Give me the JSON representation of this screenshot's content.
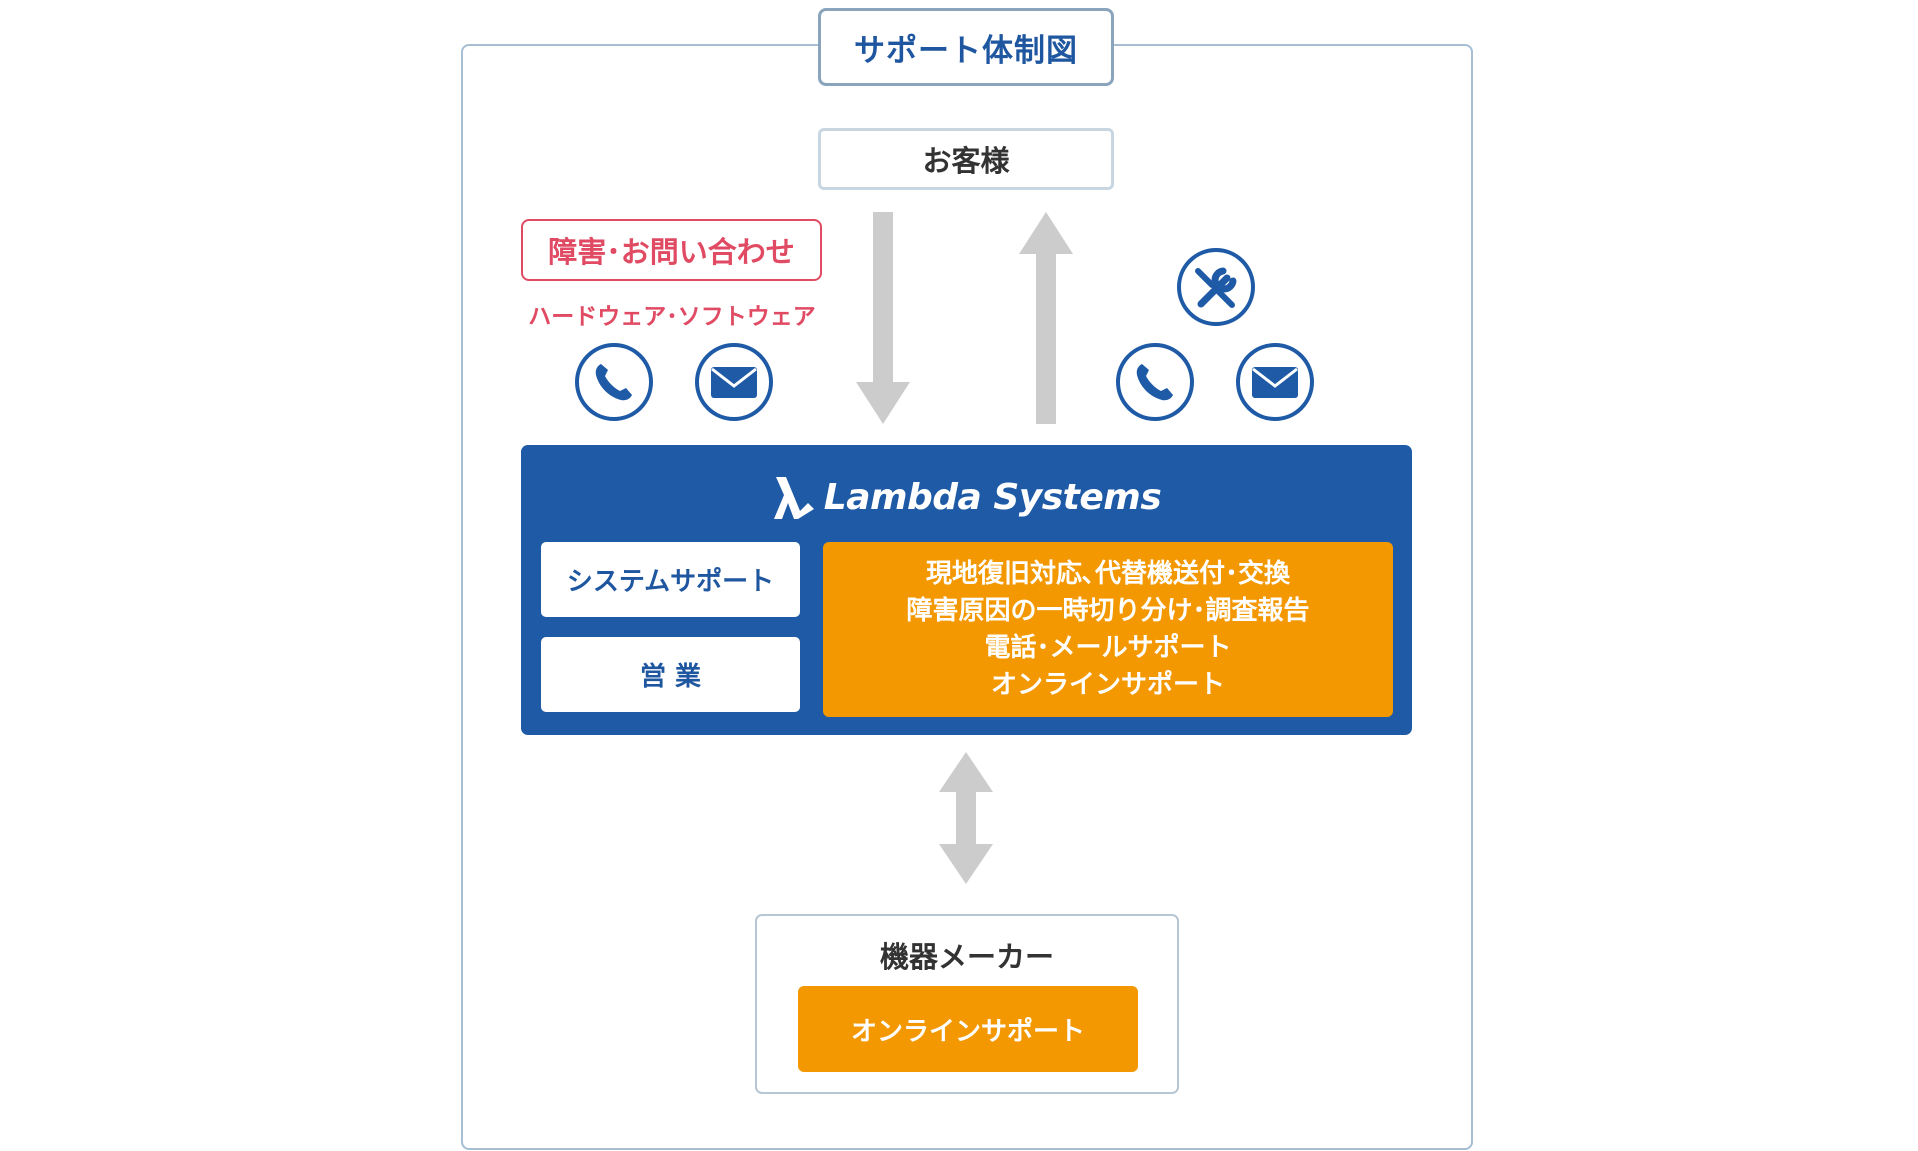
{
  "title": "サポート体制図",
  "customer": "お客様",
  "inquiry": {
    "label": "障害･お問い合わせ",
    "sub": "ハードウェア･ソフトウェア"
  },
  "company": {
    "name": "Lambda Systems",
    "departments": [
      "システムサポート",
      "営 業"
    ],
    "services": [
      "現地復旧対応､代替機送付･交換",
      "障害原因の一時切り分け･調査報告",
      "電話･メールサポート",
      "オンラインサポート"
    ]
  },
  "maker": {
    "title": "機器メーカー",
    "service": "オンラインサポート"
  },
  "icons": {
    "left": [
      "phone-icon",
      "mail-icon"
    ],
    "right": [
      "tools-icon",
      "phone-icon",
      "mail-icon"
    ]
  },
  "colors": {
    "brand_blue": "#1e5aa5",
    "orange": "#f39800",
    "alert_red": "#e04a63",
    "arrow_gray": "#cccccc",
    "frame": "#a7bed3"
  }
}
